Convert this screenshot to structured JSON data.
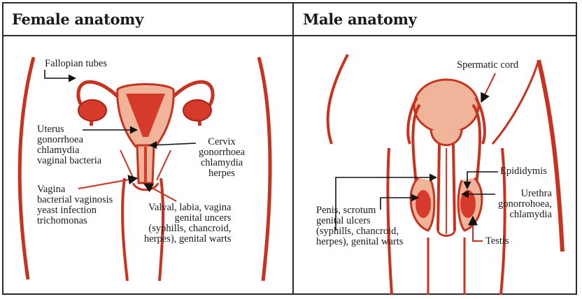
{
  "panels": {
    "female": {
      "title": "Female anatomy",
      "labels": {
        "fallopian": "Fallopian tubes",
        "uterus": "Uterus\ngonorrhoea\nchlamydia\nvaginal bacteria",
        "cervix": "Cervix\ngonorrhoea\nchlamydia\nherpes",
        "vagina": "Vagina\nbacterial vaginosis\nyeast infection\ntrichomonas",
        "valval": "Valval, labia, vagina\ngenital uncers\n(syphills, chancroid,\nherpes), genital warts"
      }
    },
    "male": {
      "title": "Male anatomy",
      "labels": {
        "spermatic": "Spermatic cord",
        "epididymis": "Epididymis",
        "urethra": "Urethra\ngonorrohoea,\nchlamydia",
        "testis": "Testis",
        "penis": "Penis, scrotum\ngenital ulcers\n(syphills, chancroid,\nherpes), genital warts"
      }
    }
  },
  "colors": {
    "outline": "#c8321e",
    "fill_dark": "#d63a2a",
    "fill_light": "#f0b49a",
    "text": "#1a1a1a"
  }
}
